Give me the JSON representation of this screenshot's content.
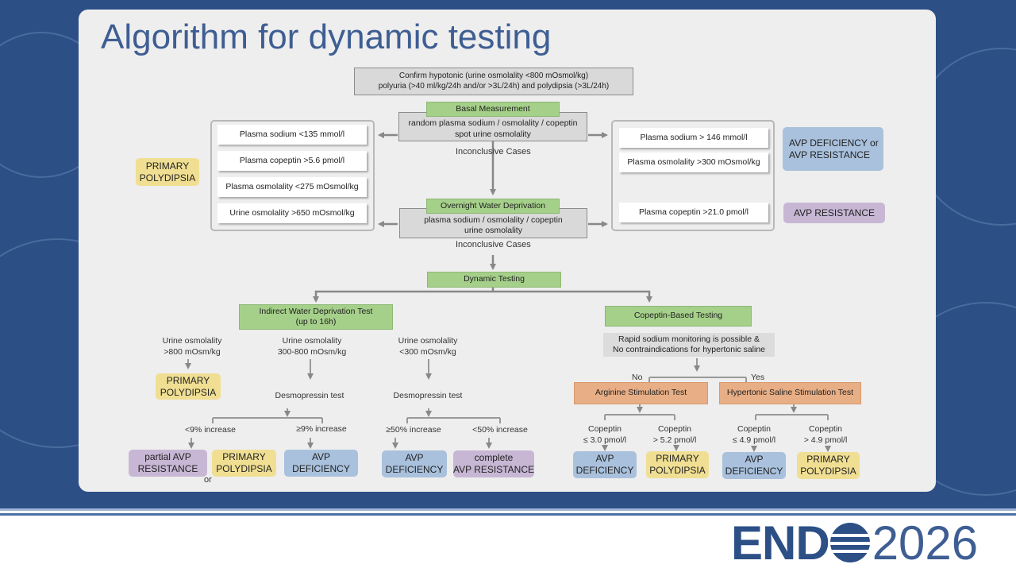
{
  "title": "Algorithm for dynamic testing",
  "top": {
    "confirm_line1": "Confirm hypotonic (urine osmolality <800 mOsmol/kg)",
    "confirm_line2": "polyuria (>40 ml/kg/24h  and/or  >3L/24h) and polydipsia (>3L/24h)",
    "basal_label": "Basal Measurement",
    "basal_line1": "random plasma sodium / osmolality / copeptin",
    "basal_line2": "spot urine osmolality",
    "inconclusive": "Inconclusive Cases",
    "overnight_label": "Overnight Water Deprivation",
    "overnight_line1": "plasma sodium / osmolality / copeptin",
    "overnight_line2": "urine osmolality",
    "dynamic_label": "Dynamic Testing"
  },
  "left_panel": {
    "items": [
      "Plasma sodium <135 mmol/l",
      "Plasma copeptin >5.6 pmol/l",
      "Plasma osmolality <275 mOsmol/kg",
      "Urine osmolality >650 mOsmol/kg"
    ],
    "result_line1": "PRIMARY",
    "result_line2": "POLYDIPSIA"
  },
  "right_panel": {
    "items": [
      "Plasma sodium > 146 mmol/l",
      "Plasma osmolality >300 mOsmol/kg",
      "Plasma copeptin >21.0 pmol/l"
    ],
    "result1_line1": "AVP DEFICIENCY or",
    "result1_line2": "AVP RESISTANCE",
    "result2": "AVP RESISTANCE"
  },
  "indirect": {
    "title_line1": "Indirect Water Deprivation Test",
    "title_line2": "(up to 16h)",
    "col1_line1": "Urine osmolality",
    "col1_line2": ">800 mOsm/kg",
    "col2_line1": "Urine osmolality",
    "col2_line2": "300-800 mOsm/kg",
    "col3_line1": "Urine osmolality",
    "col3_line2": "<300 mOsm/kg",
    "primary_line1": "PRIMARY",
    "primary_line2": "POLYDIPSIA",
    "desmo1": "Desmopressin test",
    "desmo2": "Desmopressin test",
    "lt9": "<9% increase",
    "ge9": "≥9% increase",
    "ge50": "≥50% increase",
    "lt50": "<50% increase",
    "r1_line1": "partial AVP",
    "r1_line2": "RESISTANCE",
    "r2_line1": "PRIMARY",
    "r2_line2": "POLYDIPSIA",
    "r3_line1": "AVP",
    "r3_line2": "DEFICIENCY",
    "r4_line1": "AVP",
    "r4_line2": "DEFICIENCY",
    "r5_line1": "complete",
    "r5_line2": "AVP RESISTANCE",
    "or_text": "or"
  },
  "copeptin": {
    "title": "Copeptin-Based Testing",
    "cond_line1": "Rapid sodium monitoring is possible &",
    "cond_line2": "No contraindications for hypertonic saline",
    "no": "No",
    "yes": "Yes",
    "arginine": "Arginine Stimulation Test",
    "hypertonic": "Hypertonic Saline Stimulation Test",
    "a1_line1": "Copeptin",
    "a1_line2": "≤ 3.0 pmol/l",
    "a2_line1": "Copeptin",
    "a2_line2": "> 5.2 pmol/l",
    "h1_line1": "Copeptin",
    "h1_line2": "≤ 4.9 pmol/l",
    "h2_line1": "Copeptin",
    "h2_line2": "> 4.9 pmol/l",
    "ra1_line1": "AVP",
    "ra1_line2": "DEFICIENCY",
    "ra2_line1": "PRIMARY",
    "ra2_line2": "POLYDIPSIA",
    "rh1_line1": "AVP",
    "rh1_line2": "DEFICIENCY",
    "rh2_line1": "PRIMARY",
    "rh2_line2": "POLYDIPSIA"
  },
  "logo": {
    "brand_prefix": "END",
    "year": "2026"
  },
  "colors": {
    "background": "#2c4f86",
    "title": "#3e5e93",
    "green": "#a5d08a",
    "yellow": "#f0df93",
    "blue": "#a9c1dd",
    "purple": "#c7b7d4",
    "orange": "#e8ae85"
  }
}
